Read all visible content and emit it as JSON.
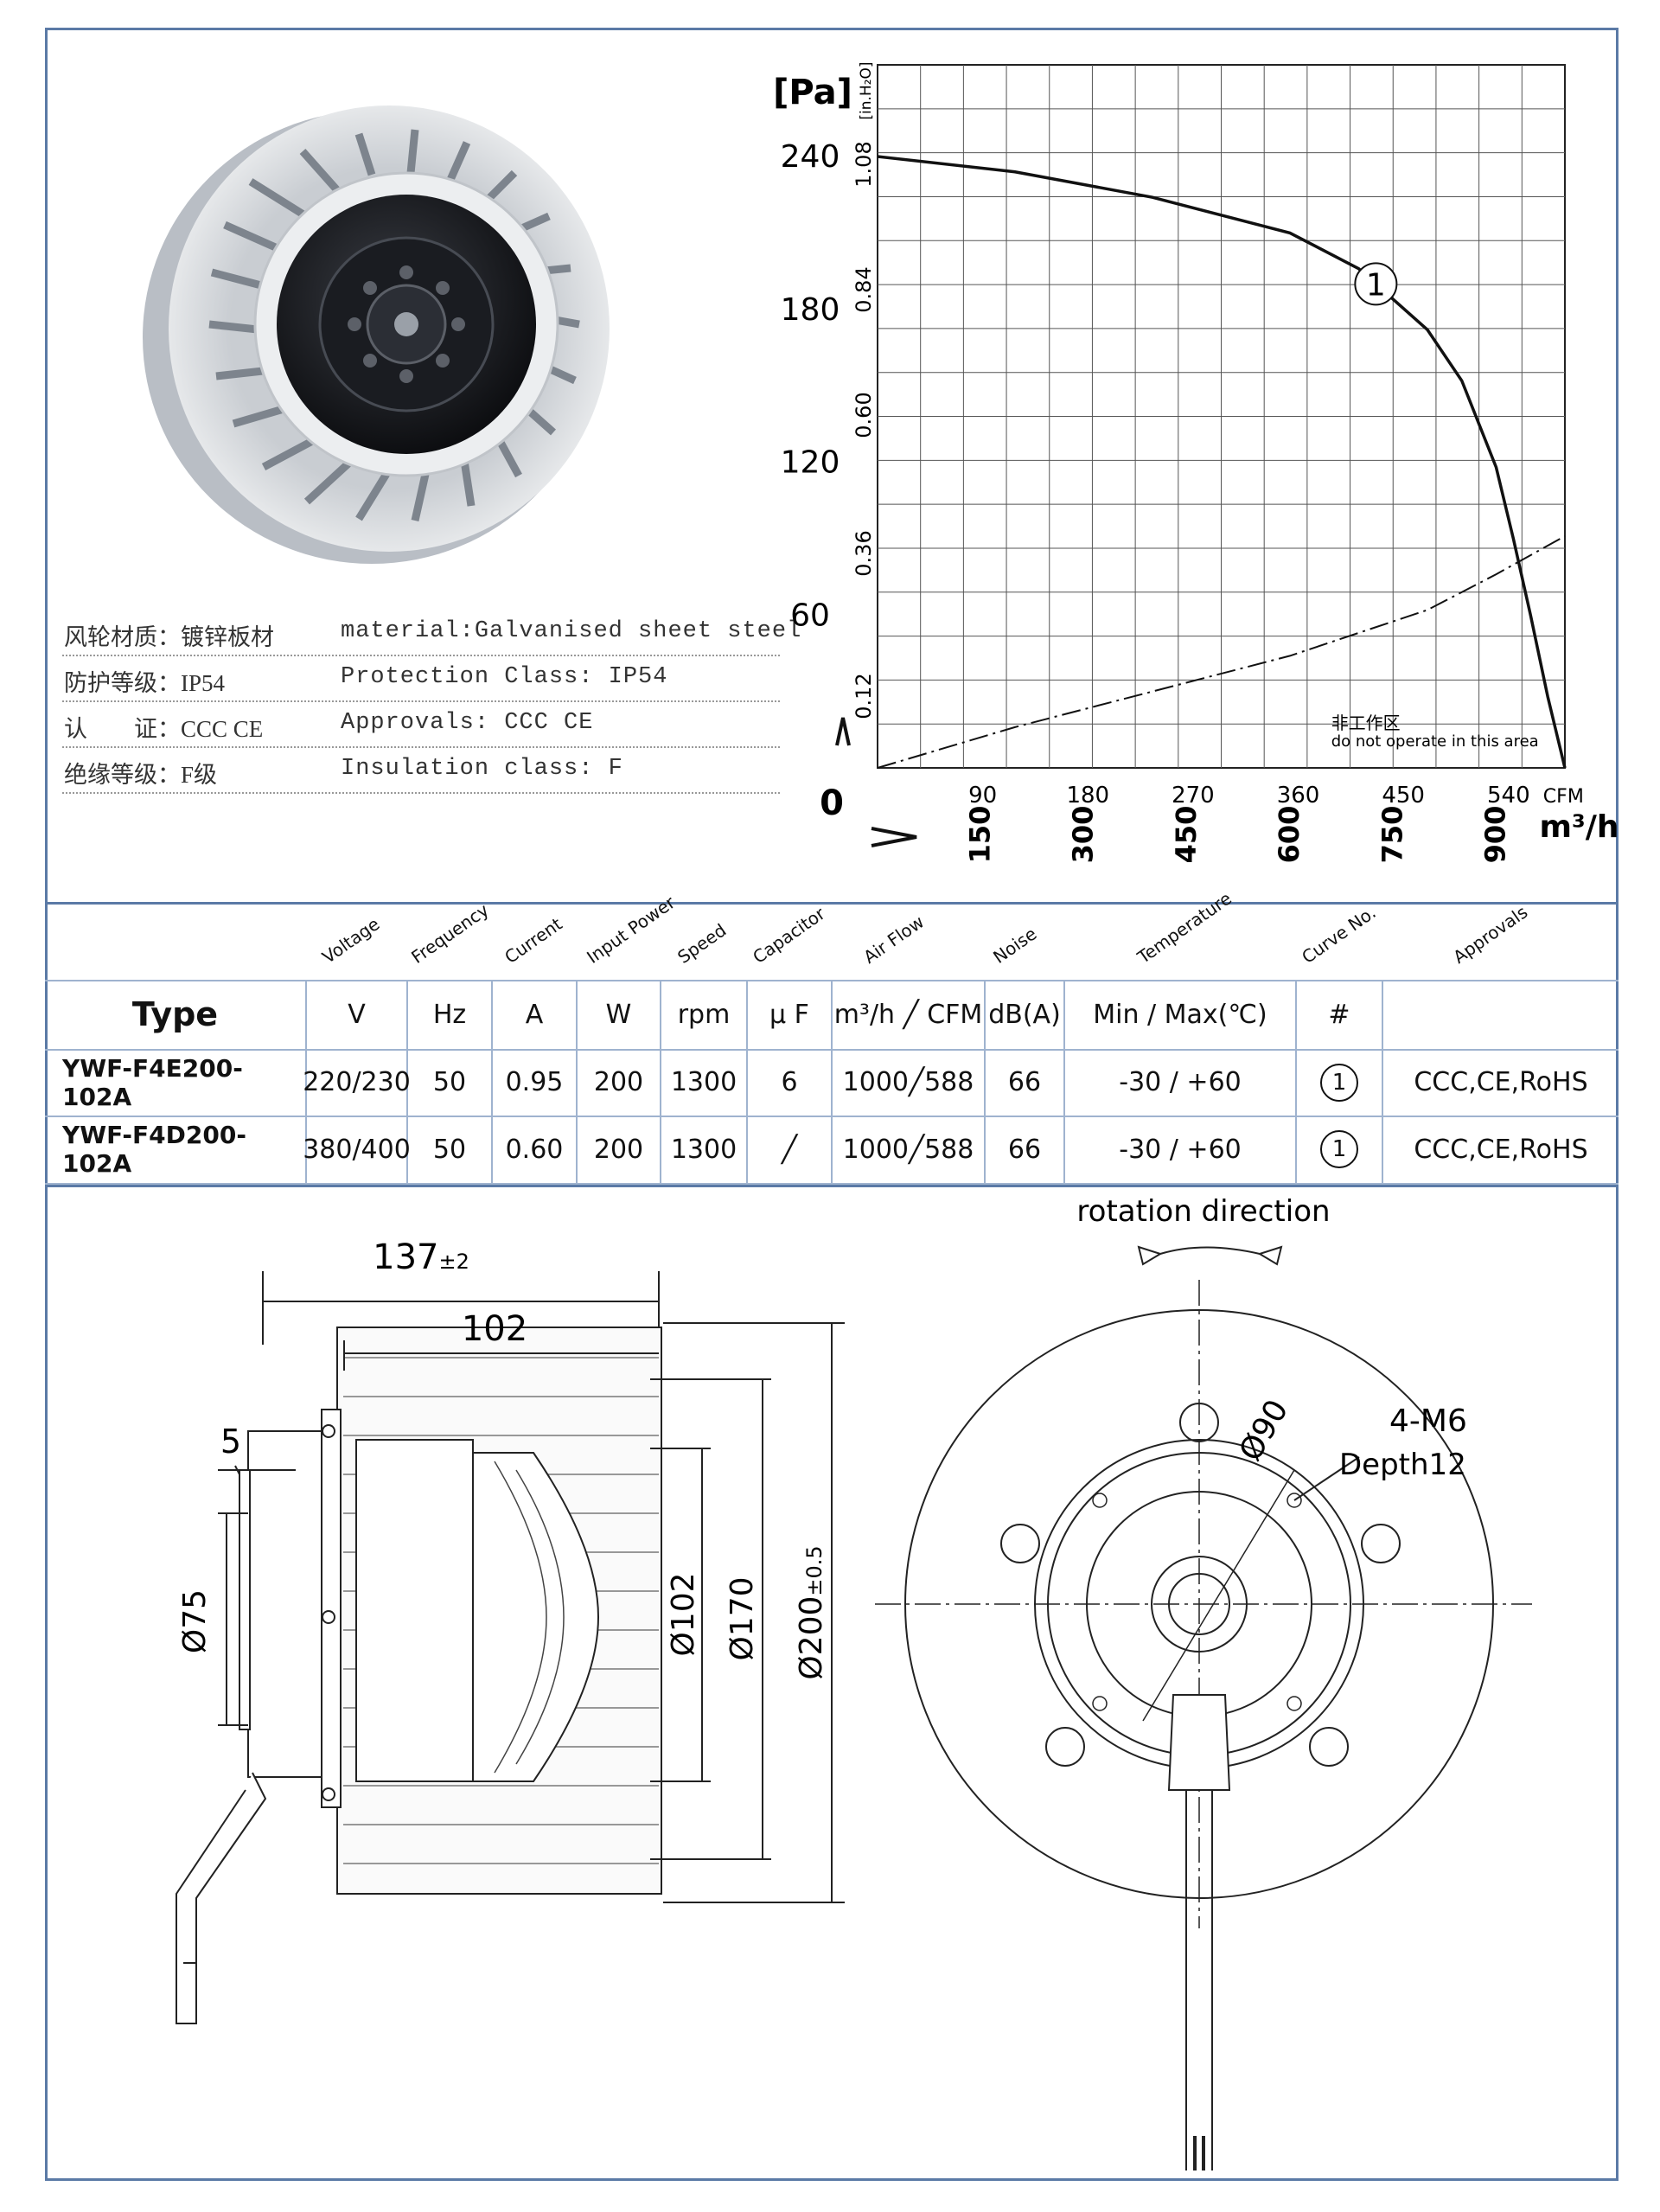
{
  "specs": [
    {
      "cn": "风轮材质：镀锌板材",
      "en": "material:Galvanised sheet steel"
    },
    {
      "cn": "防护等级：IP54",
      "en": "Protection Class: IP54"
    },
    {
      "cn": "认　　证：CCC CE",
      "en": "Approvals: CCC  CE"
    },
    {
      "cn": "绝缘等级：F级",
      "en": "Insulation class: F"
    }
  ],
  "chart_data": {
    "type": "line",
    "y_unit": "[Pa]",
    "y_unit2": "[in.H₂O]",
    "y_ticks_pa": [
      "240",
      "180",
      "120",
      "60",
      "0"
    ],
    "y_ticks_inh2o": [
      "1.08",
      "0.84",
      "0.60",
      "0.36",
      "0.12"
    ],
    "x_ticks_cfm": [
      "90",
      "180",
      "270",
      "360",
      "450",
      "540"
    ],
    "x_unit_cfm": "CFM",
    "x_ticks_m3h": [
      "150",
      "300",
      "450",
      "600",
      "750",
      "900"
    ],
    "x_unit_m3h": "m³/h",
    "xlim_m3h": [
      0,
      1000
    ],
    "ylim_pa": [
      0,
      276
    ],
    "series": [
      {
        "name": "①",
        "x": [
          0,
          200,
          400,
          600,
          700,
          800,
          850,
          900,
          925,
          950,
          975,
          1000
        ],
        "y": [
          240,
          234,
          224,
          210,
          196,
          172,
          152,
          118,
          90,
          60,
          28,
          0
        ]
      },
      {
        "name": "",
        "x": [
          0,
          200,
          400,
          600,
          800,
          900,
          1000
        ],
        "y": [
          0,
          16,
          30,
          44,
          62,
          76,
          91
        ]
      }
    ],
    "annotation_cn": "非工作区",
    "annotation_en": "do not operate in this area",
    "origin_label": "0"
  },
  "table": {
    "head_labels": [
      "Voltage",
      "Frequency",
      "Current",
      "Input Power",
      "Speed",
      "Capacitor",
      "Air Flow",
      "Noise",
      "Temperature",
      "Curve No.",
      "Approvals"
    ],
    "units": [
      "Type",
      "V",
      "Hz",
      "A",
      "W",
      "rpm",
      "μ F",
      "m³/h ╱ CFM",
      "dB(A)",
      "Min / Max(℃)",
      "#",
      ""
    ],
    "rows": [
      [
        "YWF-F4E200-102A",
        "220/230",
        "50",
        "0.95",
        "200",
        "1300",
        "6",
        "1000╱588",
        "66",
        "-30 / +60",
        "1",
        "CCC,CE,RoHS"
      ],
      [
        "YWF-F4D200-102A",
        "380/400",
        "50",
        "0.60",
        "200",
        "1300",
        "╱",
        "1000╱588",
        "66",
        "-30 / +60",
        "1",
        "CCC,CE,RoHS"
      ]
    ]
  },
  "drawing": {
    "dim_137": "137",
    "dim_137_tol": "±2",
    "dim_102_top": "102",
    "dim_5": "5",
    "dim_75": "Ø75",
    "dim_102": "Ø102",
    "dim_170": "Ø170",
    "dim_200": "Ø200",
    "dim_200_tol": "±0.5",
    "rotation": "rotation direction",
    "dim_90": "Ø90",
    "holes": "4-M6",
    "depth": "Depth12"
  }
}
